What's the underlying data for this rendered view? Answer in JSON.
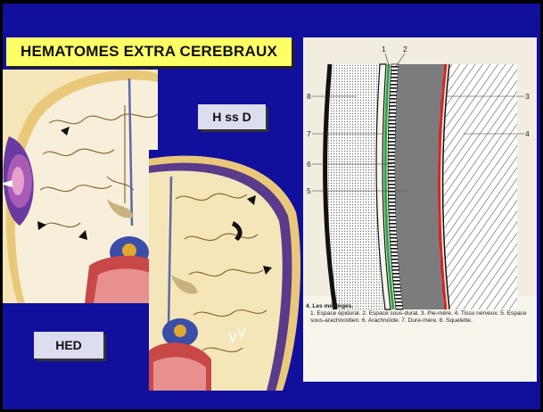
{
  "slide": {
    "title": "HEMATOMES EXTRA CEREBRAUX",
    "label_hssd": "H ss D",
    "label_hed": "HED"
  },
  "figure": {
    "numbers": [
      "1",
      "2",
      "3",
      "4",
      "5",
      "6",
      "7",
      "8"
    ],
    "caption_title": "4. Les méninges.",
    "caption_text": "1. Espace épidural. 2. Espace sous-dural. 3. Pie-mère. 4. Tissu nerveux. 5. Espace sous-arachnoïdien. 6. Arachnoïde. 7. Dure-mère. 8. Squelette."
  },
  "colors": {
    "background": "#10109c",
    "title_box": "#ffff66",
    "label_box": "#ddddf0",
    "dura_green": "#22aa44",
    "pia_red": "#dd2222",
    "hematoma_purple": "#6a3aa0"
  }
}
